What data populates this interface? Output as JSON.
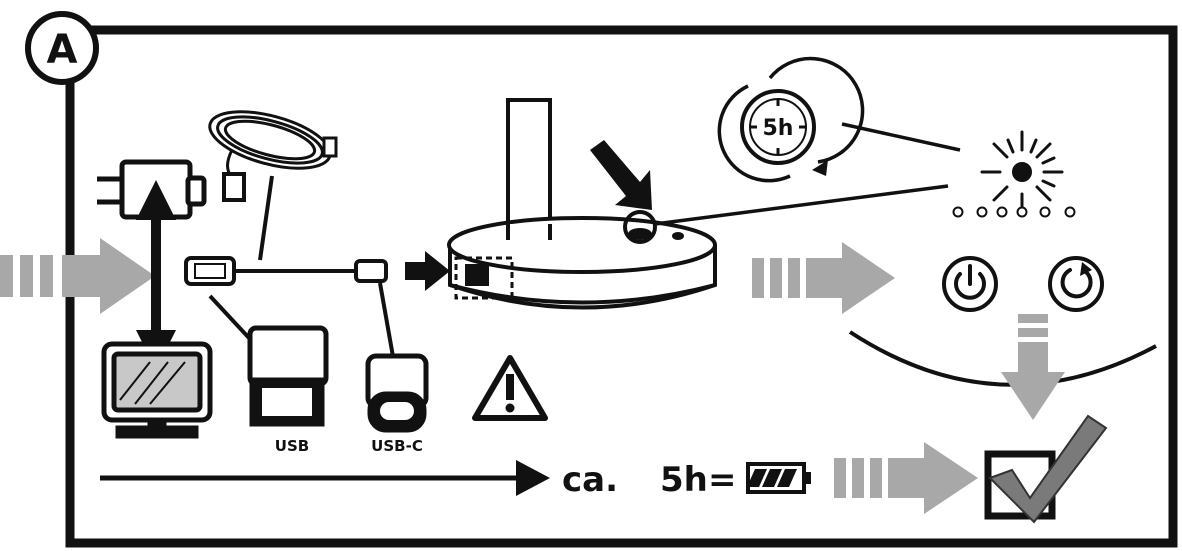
{
  "panel": {
    "badge": "A",
    "timer_label": "5h",
    "usb_label": "USB",
    "usbc_label": "USB-C",
    "ca_text": "ca.",
    "duration_text": "5h",
    "equals_text": "="
  },
  "colors": {
    "ink": "#111111",
    "arrow_gray": "#a8a8a8",
    "screen_gray": "#c8c8c8",
    "check_gray": "#7a7a7a",
    "background": "#ffffff"
  },
  "icons": [
    "wall-plug-icon",
    "usb-cable-icon",
    "monitor-icon",
    "usb-a-connector-icon",
    "usb-c-connector-icon",
    "warning-icon",
    "lamp-icon",
    "timer-icon",
    "light-burst-icon",
    "power-icon",
    "refresh-icon",
    "battery-icon",
    "checkbox-icon"
  ]
}
